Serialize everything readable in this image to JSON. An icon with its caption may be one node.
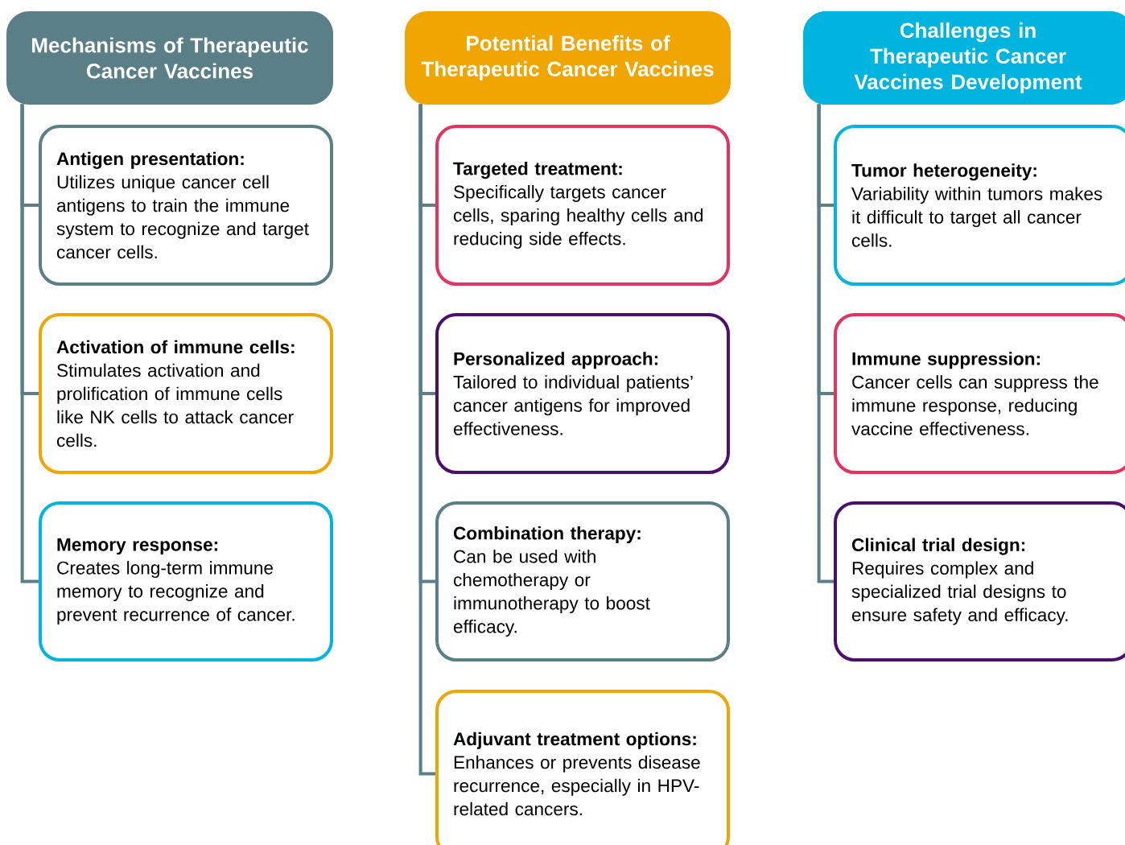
{
  "diagram": {
    "nodes": [
      {
        "text": [
          "Mechanisms of Therapeutic Cancer Vaccines"
        ]
      },
      {
        "text": [
          "Antigen presentation:",
          "Utilizes unique cancer cell antigens to train the immune system to recognize and target cancer cells."
        ]
      },
      {
        "text": [
          "Activation of immune cells:",
          "Stimulates activation and prolification of immune cells like NK cells to attack cancer cells."
        ]
      },
      {
        "text": [
          "Memory response:",
          "Creates long-term immune memory to recognize and prevent recurrence of cancer."
        ]
      },
      {
        "text": [
          "Potential Benefits of Therapeutic Cancer Vaccines"
        ]
      },
      {
        "text": [
          "Targeted treatment:",
          "Specifically targets cancer cells, sparing healthy cells and reducing side effects."
        ]
      },
      {
        "text": [
          "Personalized approach:",
          "Tailored to individual patients’ cancer antigens for improved effectiveness."
        ]
      },
      {
        "text": [
          "Combination therapy:",
          "Can be used with chemotherapy or immunotherapy to boost efficacy."
        ]
      },
      {
        "text": [
          "Adjuvant treatment options:",
          "Enhances or prevents disease recurrence, especially in HPV-related cancers."
        ]
      },
      {
        "text": [
          "Challenges in Therapeutic Cancer Vaccines Development"
        ]
      },
      {
        "text": [
          "Tumor heterogeneity:",
          "Variability within tumors makes it difficult to target all cancer cells."
        ]
      },
      {
        "text": [
          "Immune suppression:",
          "Cancer cells can suppress the immune response, reducing vaccine effectiveness."
        ]
      },
      {
        "text": [
          "Clinical trial design:",
          "Requires complex and specialized trial designs to ensure safety and efficacy."
        ]
      }
    ],
    "edges": [
      {
        "from": 0,
        "to": 1,
        "arrow": "none"
      },
      {
        "from": 0,
        "to": 2,
        "arrow": "none"
      },
      {
        "from": 0,
        "to": 3,
        "arrow": "none"
      },
      {
        "from": 4,
        "to": 5,
        "arrow": "none"
      },
      {
        "from": 4,
        "to": 6,
        "arrow": "none"
      },
      {
        "from": 4,
        "to": 7,
        "arrow": "none"
      },
      {
        "from": 4,
        "to": 8,
        "arrow": "none"
      },
      {
        "from": 9,
        "to": 10,
        "arrow": "none"
      },
      {
        "from": 9,
        "to": 11,
        "arrow": "none"
      },
      {
        "from": 9,
        "to": 12,
        "arrow": "none"
      }
    ]
  }
}
